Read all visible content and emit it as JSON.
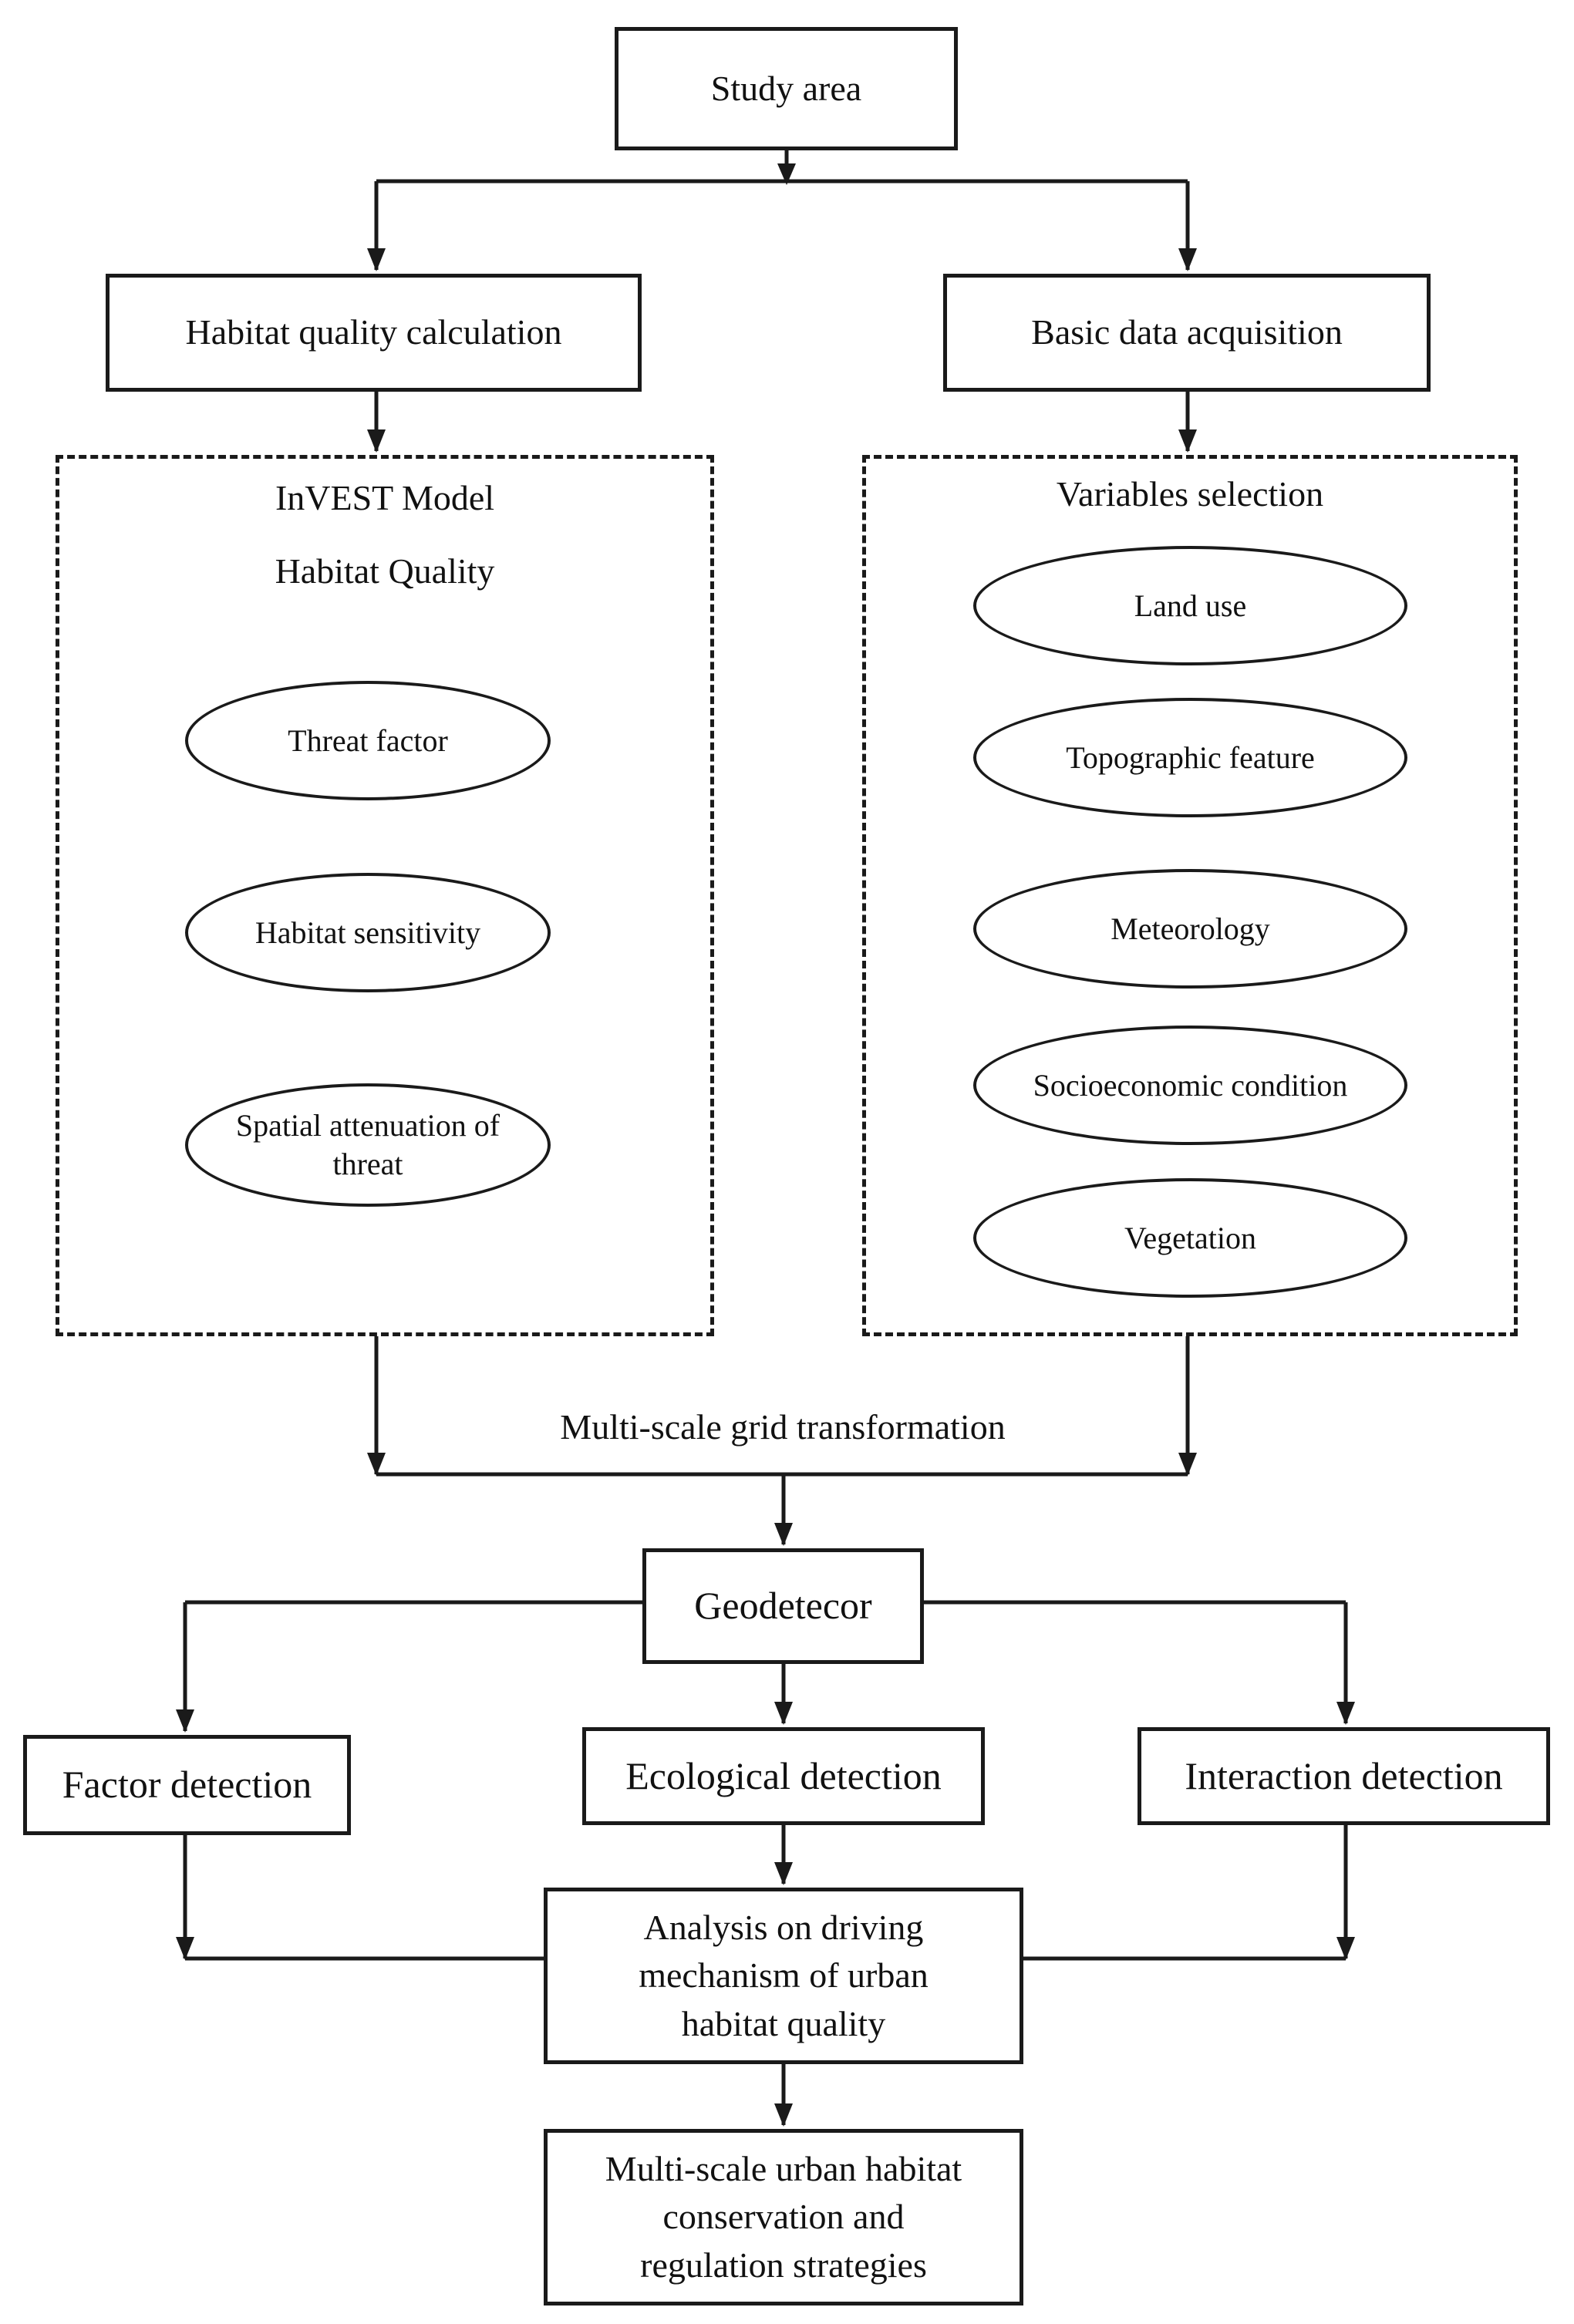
{
  "nodes": {
    "study_area": "Study area",
    "habitat_quality_calculation": "Habitat quality calculation",
    "basic_data_acquisition": "Basic data acquisition",
    "geodetecor": "Geodetecor",
    "factor_detection": "Factor detection",
    "ecological_detection": "Ecological detection",
    "interaction_detection": "Interaction detection",
    "analysis": "Analysis on driving\nmechanism of urban\nhabitat quality",
    "strategies": "Multi-scale urban habitat\nconservation and\nregulation strategies"
  },
  "invest_group": {
    "title_line1": "InVEST Model",
    "title_line2": "Habitat Quality",
    "items": [
      "Threat factor",
      "Habitat sensitivity",
      "Spatial attenuation of\nthreat"
    ]
  },
  "variables_group": {
    "title": "Variables selection",
    "items": [
      "Land use",
      "Topographic feature",
      "Meteorology",
      "Socioeconomic condition",
      "Vegetation"
    ]
  },
  "edge_labels": {
    "grid_transformation": "Multi-scale grid transformation"
  }
}
